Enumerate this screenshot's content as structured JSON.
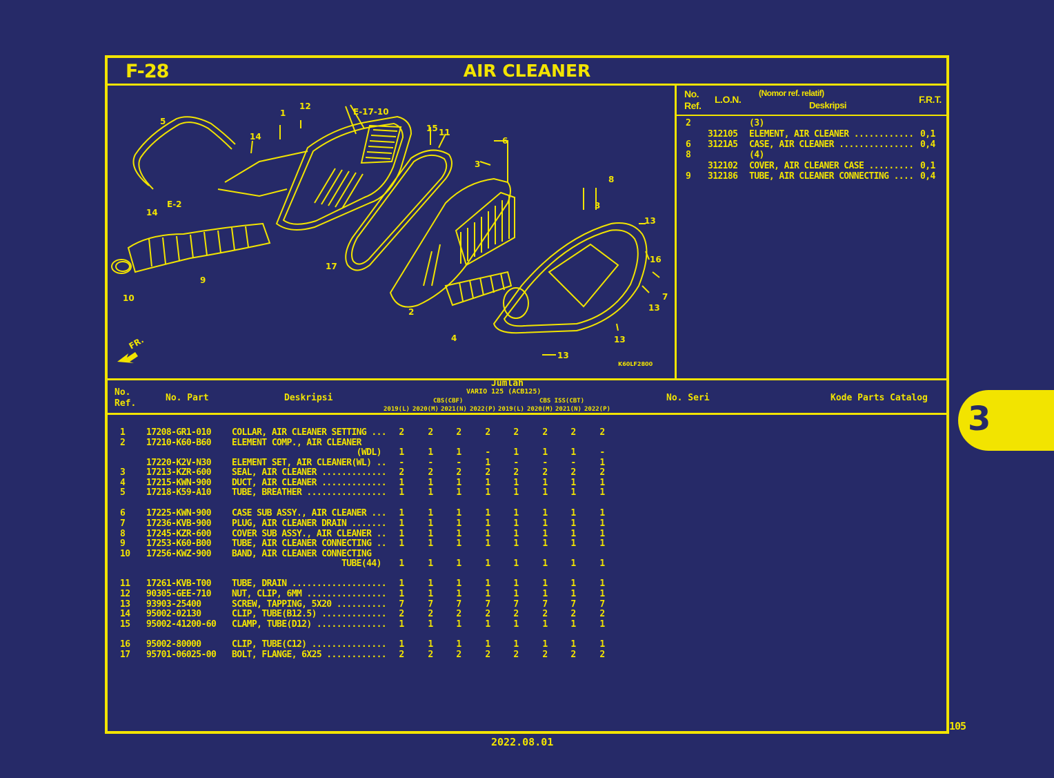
{
  "header": {
    "code": "F-28",
    "title": "AIR CLEANER"
  },
  "lon": {
    "head_no": "No.",
    "head_ref": "Ref.",
    "head_lon": "L.O.N.",
    "head_relative": "(Nomor ref. relatif)",
    "head_desc": "Deskripsi",
    "head_frt": "F.R.T.",
    "rows": [
      {
        "ref": "2",
        "lon": "",
        "desc": "(3)",
        "frt": ""
      },
      {
        "ref": "",
        "lon": "312105",
        "desc": "ELEMENT, AIR CLEANER ............",
        "frt": "0,1"
      },
      {
        "ref": "6",
        "lon": "3121A5",
        "desc": "CASE, AIR CLEANER ...............",
        "frt": "0,4"
      },
      {
        "ref": "8",
        "lon": "",
        "desc": "(4)",
        "frt": ""
      },
      {
        "ref": "",
        "lon": "312102",
        "desc": "COVER, AIR CLEANER CASE .........",
        "frt": "0,1"
      },
      {
        "ref": "9",
        "lon": "312186",
        "desc": "TUBE, AIR CLEANER CONNECTING ....",
        "frt": "0,4"
      }
    ]
  },
  "diagram": {
    "callouts": [
      "1",
      "12",
      "E-17-10",
      "5",
      "14",
      "15",
      "11",
      "6",
      "3",
      "14",
      "E-2",
      "8",
      "3",
      "13",
      "9",
      "17",
      "16",
      "10",
      "2",
      "7",
      "13",
      "4",
      "13",
      "13",
      "FR."
    ],
    "code": "K60LF2800"
  },
  "table": {
    "head_no": "No.",
    "head_ref": "Ref.",
    "head_part": "No. Part",
    "head_desc": "Deskripsi",
    "head_jumlah": "Jumlah",
    "head_model": "VARIO 125 (ACB125)",
    "head_cbs": "CBS(CBF)",
    "head_iss": "CBS ISS(CBT)",
    "years": [
      "2019(L)",
      "2020(M)",
      "2021(N)",
      "2022(P)",
      "2019(L)",
      "2020(M)",
      "2021(N)",
      "2022(P)"
    ],
    "head_seri": "No. Seri",
    "head_catalog": "Kode Parts Catalog",
    "rows": [
      {
        "ref": "1",
        "part": "17208-GR1-010",
        "desc": "COLLAR, AIR CLEANER SETTING ...",
        "qty": [
          "2",
          "2",
          "2",
          "2",
          "2",
          "2",
          "2",
          "2"
        ]
      },
      {
        "ref": "2",
        "part": "17210-K60-B60",
        "desc": "ELEMENT COMP., AIR CLEANER",
        "qty": [
          "",
          "",
          "",
          "",
          "",
          "",
          "",
          ""
        ]
      },
      {
        "ref": "",
        "part": "",
        "desc": "                         (WDL)",
        "qty": [
          "1",
          "1",
          "1",
          "-",
          "1",
          "1",
          "1",
          "-"
        ]
      },
      {
        "ref": "",
        "part": "17220-K2V-N30",
        "desc": "ELEMENT SET, AIR CLEANER(WL) ..",
        "qty": [
          "-",
          "-",
          "-",
          "1",
          "-",
          "-",
          "-",
          "1"
        ]
      },
      {
        "ref": "3",
        "part": "17213-KZR-600",
        "desc": "SEAL, AIR CLEANER .............",
        "qty": [
          "2",
          "2",
          "2",
          "2",
          "2",
          "2",
          "2",
          "2"
        ]
      },
      {
        "ref": "4",
        "part": "17215-KWN-900",
        "desc": "DUCT, AIR CLEANER .............",
        "qty": [
          "1",
          "1",
          "1",
          "1",
          "1",
          "1",
          "1",
          "1"
        ]
      },
      {
        "ref": "5",
        "part": "17218-K59-A10",
        "desc": "TUBE, BREATHER ................",
        "qty": [
          "1",
          "1",
          "1",
          "1",
          "1",
          "1",
          "1",
          "1"
        ]
      },
      {
        "ref": "6",
        "part": "17225-KWN-900",
        "desc": "CASE SUB ASSY., AIR CLEANER ...",
        "qty": [
          "1",
          "1",
          "1",
          "1",
          "1",
          "1",
          "1",
          "1"
        ]
      },
      {
        "ref": "7",
        "part": "17236-KVB-900",
        "desc": "PLUG, AIR CLEANER DRAIN .......",
        "qty": [
          "1",
          "1",
          "1",
          "1",
          "1",
          "1",
          "1",
          "1"
        ]
      },
      {
        "ref": "8",
        "part": "17245-KZR-600",
        "desc": "COVER SUB ASSY., AIR CLEANER ..",
        "qty": [
          "1",
          "1",
          "1",
          "1",
          "1",
          "1",
          "1",
          "1"
        ]
      },
      {
        "ref": "9",
        "part": "17253-K60-B00",
        "desc": "TUBE, AIR CLEANER CONNECTING ..",
        "qty": [
          "1",
          "1",
          "1",
          "1",
          "1",
          "1",
          "1",
          "1"
        ]
      },
      {
        "ref": "10",
        "part": "17256-KWZ-900",
        "desc": "BAND, AIR CLEANER CONNECTING",
        "qty": [
          "",
          "",
          "",
          "",
          "",
          "",
          "",
          ""
        ]
      },
      {
        "ref": "",
        "part": "",
        "desc": "                      TUBE(44)",
        "qty": [
          "1",
          "1",
          "1",
          "1",
          "1",
          "1",
          "1",
          "1"
        ]
      },
      {
        "ref": "11",
        "part": "17261-KVB-T00",
        "desc": "TUBE, DRAIN ...................",
        "qty": [
          "1",
          "1",
          "1",
          "1",
          "1",
          "1",
          "1",
          "1"
        ]
      },
      {
        "ref": "12",
        "part": "90305-GEE-710",
        "desc": "NUT, CLIP, 6MM ................",
        "qty": [
          "1",
          "1",
          "1",
          "1",
          "1",
          "1",
          "1",
          "1"
        ]
      },
      {
        "ref": "13",
        "part": "93903-25400",
        "desc": "SCREW, TAPPING, 5X20 ..........",
        "qty": [
          "7",
          "7",
          "7",
          "7",
          "7",
          "7",
          "7",
          "7"
        ]
      },
      {
        "ref": "14",
        "part": "95002-02130",
        "desc": "CLIP, TUBE(B12.5) .............",
        "qty": [
          "2",
          "2",
          "2",
          "2",
          "2",
          "2",
          "2",
          "2"
        ]
      },
      {
        "ref": "15",
        "part": "95002-41200-60",
        "desc": "CLAMP, TUBE(D12) ..............",
        "qty": [
          "1",
          "1",
          "1",
          "1",
          "1",
          "1",
          "1",
          "1"
        ]
      },
      {
        "ref": "16",
        "part": "95002-80000",
        "desc": "CLIP, TUBE(C12) ...............",
        "qty": [
          "1",
          "1",
          "1",
          "1",
          "1",
          "1",
          "1",
          "1"
        ]
      },
      {
        "ref": "17",
        "part": "95701-06025-00",
        "desc": "BOLT, FLANGE, 6X25 ............",
        "qty": [
          "2",
          "2",
          "2",
          "2",
          "2",
          "2",
          "2",
          "2"
        ]
      }
    ]
  },
  "section_tab": "3",
  "page_number": "105",
  "footer_date": "2022.08.01",
  "colors": {
    "background": "#262a68",
    "accent": "#f2e400"
  }
}
